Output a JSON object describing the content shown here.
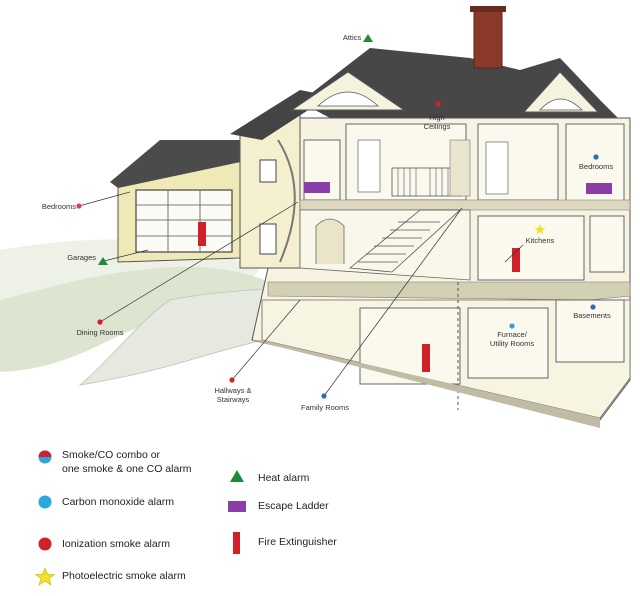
{
  "labels": {
    "attics": "Attics",
    "high_ceilings_1": "High",
    "high_ceilings_2": "Ceilings",
    "bedrooms_left": "Bedrooms",
    "bedrooms_right": "Bedrooms",
    "garages": "Garages",
    "kitchens": "Kitchens",
    "dining_rooms": "Dining Rooms",
    "furnace_1": "Furnace/",
    "furnace_2": "Utility Rooms",
    "basements": "Basements",
    "hallways_1": "Hallways &",
    "hallways_2": "Stairways",
    "family_rooms": "Family Rooms"
  },
  "legend": {
    "combo_1": "Smoke/CO combo or",
    "combo_2": "one smoke & one CO alarm",
    "co": "Carbon monoxide alarm",
    "ionization": "Ionization smoke alarm",
    "photoelectric": "Photoelectric smoke alarm",
    "heat": "Heat alarm",
    "ladder": "Escape Ladder",
    "extinguisher": "Fire Extinguisher"
  },
  "colors": {
    "alarm_red": "#d0202a",
    "co_blue": "#2aa7dc",
    "heat_green": "#1e8a3a",
    "ladder_purple": "#8a3fa8",
    "photo_yellow": "#f2e12b",
    "wall": "#f4f1dc",
    "roof": "#4a4a4a",
    "chimney": "#8b3a2a"
  }
}
